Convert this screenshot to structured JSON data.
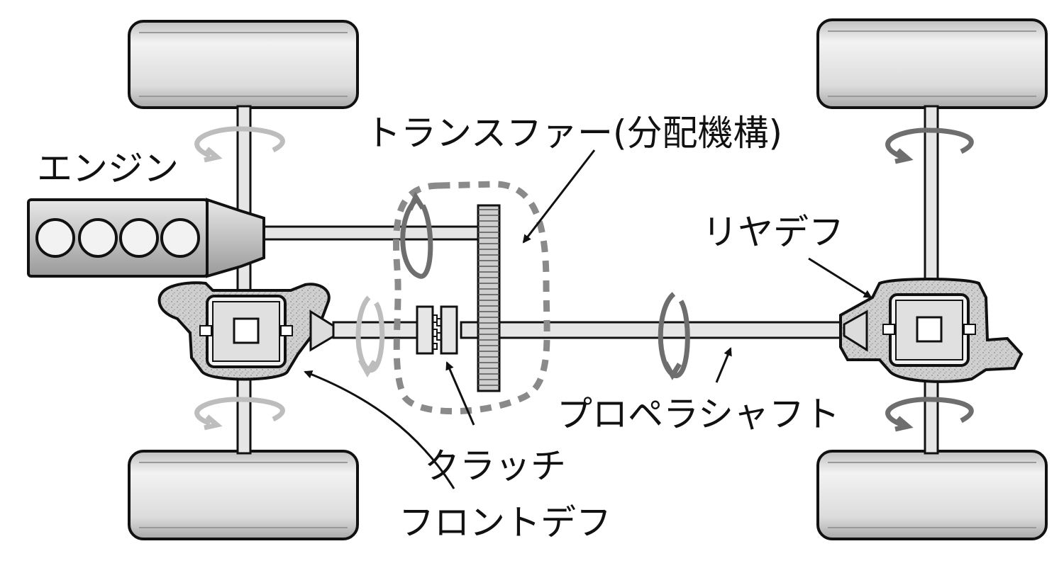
{
  "labels": {
    "engine": "エンジン",
    "transfer": "トランスファー(分配機構)",
    "rear_diff": "リヤデフ",
    "propeller_shaft": "プロペラシャフト",
    "clutch": "クラッチ",
    "front_diff": "フロントデフ"
  },
  "colors": {
    "tire": "#d6d6d6",
    "tire_stroke": "#111111",
    "shaft": "#e6e6e6",
    "housing": "#c8c8c8",
    "front_arrow": "#bdbdbd",
    "rear_arrow": "#6e6e6e",
    "dash": "#8a8a8a"
  }
}
